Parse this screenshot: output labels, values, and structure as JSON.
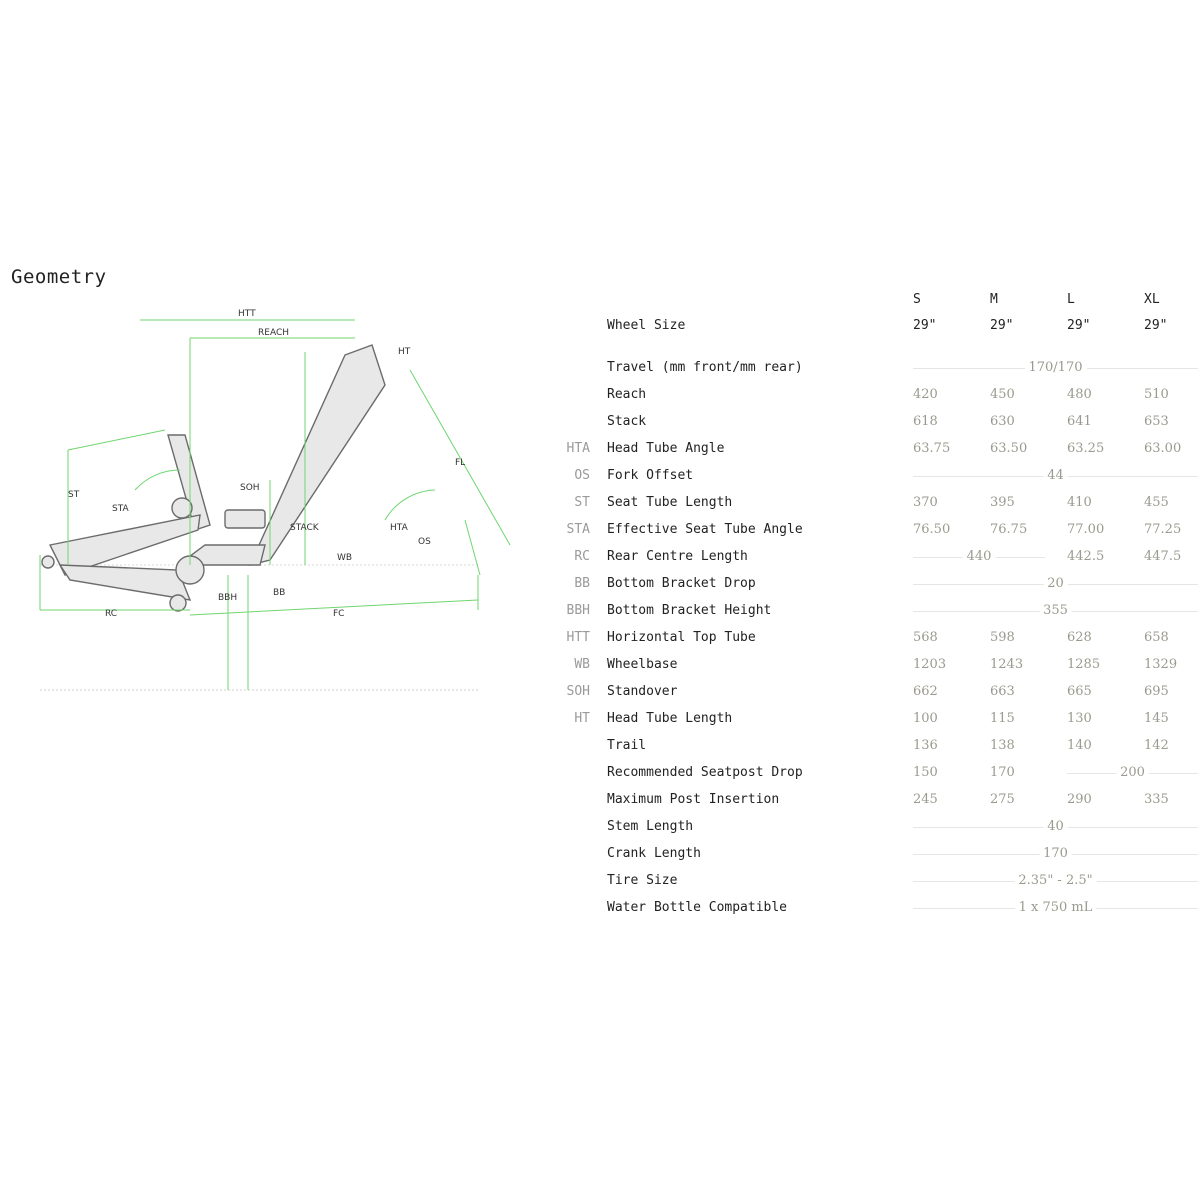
{
  "title": "Geometry",
  "diagram_labels": {
    "htt": "HTT",
    "reach": "REACH",
    "ht": "HT",
    "st": "ST",
    "sta": "STA",
    "soh": "SOH",
    "stack": "STACK",
    "fl": "FL",
    "hta": "HTA",
    "os": "OS",
    "wb": "WB",
    "rc": "RC",
    "bbh": "BBH",
    "bb": "BB",
    "fc": "FC"
  },
  "sizes": [
    "S",
    "M",
    "L",
    "XL"
  ],
  "rows": [
    {
      "abbr": "",
      "label": "Wheel Size",
      "dark": true,
      "values": [
        "29\"",
        "29\"",
        "29\"",
        "29\""
      ]
    },
    {
      "abbr": "",
      "label": "Travel (mm front/mm rear)",
      "span_all": "170/170"
    },
    {
      "abbr": "",
      "label": "Reach",
      "values": [
        "420",
        "450",
        "480",
        "510"
      ]
    },
    {
      "abbr": "",
      "label": "Stack",
      "values": [
        "618",
        "630",
        "641",
        "653"
      ]
    },
    {
      "abbr": "HTA",
      "label": "Head Tube Angle",
      "values": [
        "63.75",
        "63.50",
        "63.25",
        "63.00"
      ]
    },
    {
      "abbr": "OS",
      "label": "Fork Offset",
      "span_all": "44"
    },
    {
      "abbr": "ST",
      "label": "Seat Tube Length",
      "values": [
        "370",
        "395",
        "410",
        "455"
      ]
    },
    {
      "abbr": "STA",
      "label": "Effective Seat Tube Angle",
      "values": [
        "76.50",
        "76.75",
        "77.00",
        "77.25"
      ]
    },
    {
      "abbr": "RC",
      "label": "Rear Centre Length",
      "span_first_two": "440",
      "values_last_two": [
        "442.5",
        "447.5"
      ]
    },
    {
      "abbr": "BB",
      "label": "Bottom Bracket Drop",
      "span_all": "20"
    },
    {
      "abbr": "BBH",
      "label": "Bottom Bracket Height",
      "span_all": "355"
    },
    {
      "abbr": "HTT",
      "label": "Horizontal Top Tube",
      "values": [
        "568",
        "598",
        "628",
        "658"
      ]
    },
    {
      "abbr": "WB",
      "label": "Wheelbase",
      "values": [
        "1203",
        "1243",
        "1285",
        "1329"
      ]
    },
    {
      "abbr": "SOH",
      "label": "Standover",
      "values": [
        "662",
        "663",
        "665",
        "695"
      ]
    },
    {
      "abbr": "HT",
      "label": "Head Tube Length",
      "values": [
        "100",
        "115",
        "130",
        "145"
      ]
    },
    {
      "abbr": "",
      "label": "Trail",
      "values": [
        "136",
        "138",
        "140",
        "142"
      ]
    },
    {
      "abbr": "",
      "label": "Recommended Seatpost Drop",
      "values_first_two": [
        "150",
        "170"
      ],
      "span_last_two": "200"
    },
    {
      "abbr": "",
      "label": "Maximum Post Insertion",
      "values": [
        "245",
        "275",
        "290",
        "335"
      ]
    },
    {
      "abbr": "",
      "label": "Stem Length",
      "span_all": "40"
    },
    {
      "abbr": "",
      "label": "Crank Length",
      "span_all": "170"
    },
    {
      "abbr": "",
      "label": "Tire Size",
      "span_all": "2.35\" - 2.5\""
    },
    {
      "abbr": "",
      "label": "Water Bottle Compatible",
      "span_all": "1 x 750 mL"
    }
  ]
}
